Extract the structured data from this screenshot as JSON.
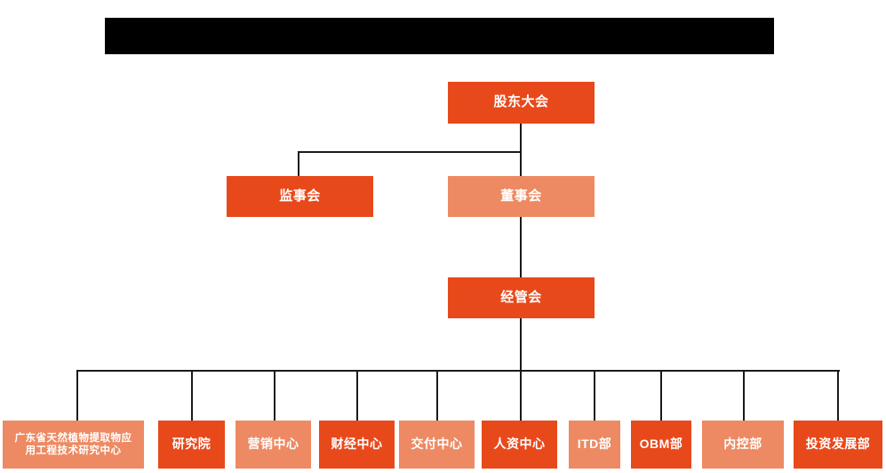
{
  "chart_meta": {
    "type": "org-chart",
    "title_bar_state": "redacted",
    "title_bar_color": "#000000",
    "background": "#ffffff",
    "line_color": "#1a1a1a",
    "colors": {
      "dark_orange": "#E8491B",
      "light_orange": "#ED8A63",
      "text": "#ffffff"
    }
  },
  "nodes": {
    "shareholders": {
      "label": "股东大会",
      "shade": "dark",
      "level": 1
    },
    "supervisors": {
      "label": "监事会",
      "shade": "dark",
      "level": 2
    },
    "directors": {
      "label": "董事会",
      "shade": "light",
      "level": 2
    },
    "management": {
      "label": "经管会",
      "shade": "dark",
      "level": 3
    }
  },
  "departments": [
    {
      "label_line1": "广东省天然植物提取物应",
      "label_line2": "用工程技术研究中心",
      "shade": "light"
    },
    {
      "label": "研究院",
      "shade": "dark"
    },
    {
      "label": "营销中心",
      "shade": "light"
    },
    {
      "label": "财经中心",
      "shade": "dark"
    },
    {
      "label": "交付中心",
      "shade": "light"
    },
    {
      "label": "人资中心",
      "shade": "dark"
    },
    {
      "label": "ITD部",
      "shade": "light"
    },
    {
      "label": "OBM部",
      "shade": "dark"
    },
    {
      "label": "内控部",
      "shade": "light"
    },
    {
      "label": "投资发展部",
      "shade": "dark"
    }
  ]
}
